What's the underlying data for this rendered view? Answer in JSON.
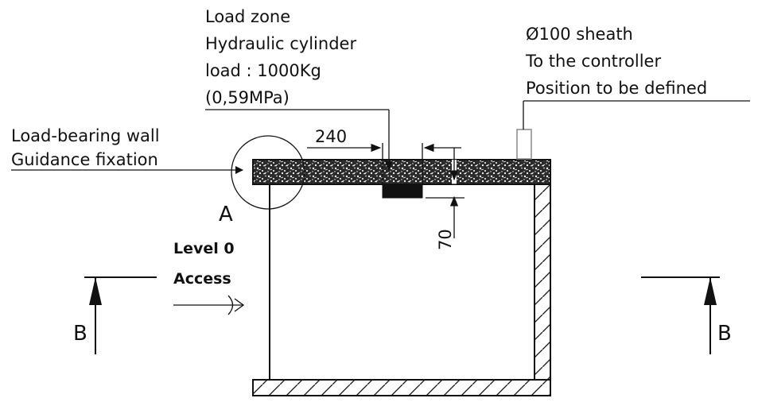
{
  "labels": {
    "load_zone": [
      "Load zone",
      "Hydraulic cylinder",
      "load : 1000Kg",
      "(0,59MPa)"
    ],
    "sheath": [
      "Ø100 sheath",
      "To the controller",
      "Position to be defined"
    ],
    "wall": [
      "Load-bearing wall",
      "Guidance fixation"
    ],
    "dim_width": "240",
    "dim_height": "70",
    "detail": "A",
    "access": [
      "Level 0",
      "Access"
    ],
    "section_left": "B",
    "section_right": "B"
  },
  "colors": {
    "ink": "#111111",
    "background": "#ffffff",
    "hatch": "#111111"
  }
}
